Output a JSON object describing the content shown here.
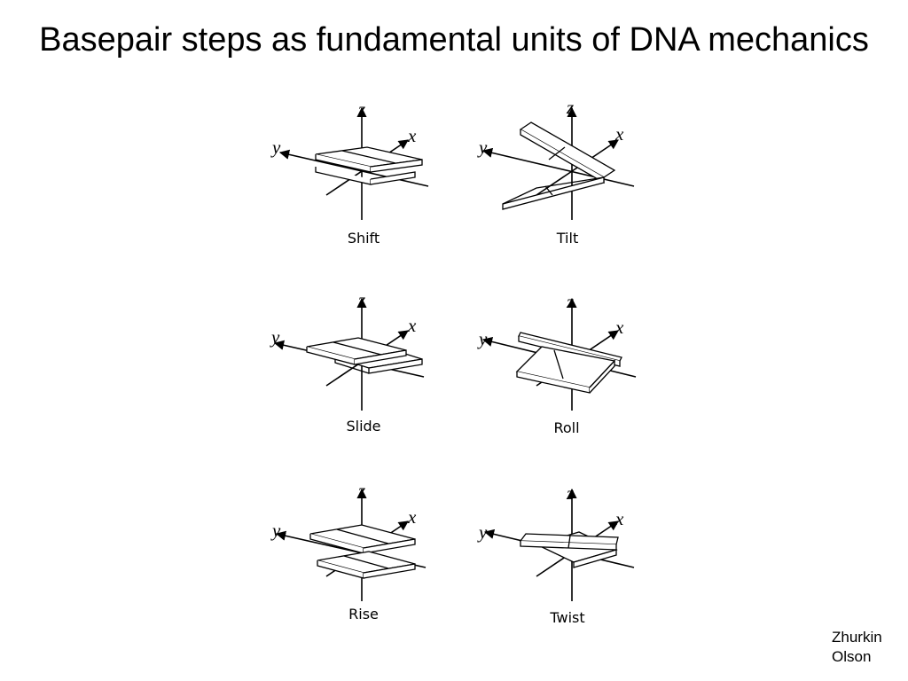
{
  "slide": {
    "title": "Basepair steps as fundamental units of DNA mechanics"
  },
  "figure": {
    "axis_labels": {
      "x": "x",
      "y": "y",
      "z": "z"
    },
    "panels": [
      {
        "id": "shift",
        "label": "Shift"
      },
      {
        "id": "tilt",
        "label": "Tilt"
      },
      {
        "id": "slide",
        "label": "Slide"
      },
      {
        "id": "roll",
        "label": "Roll"
      },
      {
        "id": "rise",
        "label": "Rise"
      },
      {
        "id": "twist",
        "label": "Twist"
      }
    ]
  },
  "attribution": {
    "line1": "Zhurkin",
    "line2": "Olson"
  }
}
